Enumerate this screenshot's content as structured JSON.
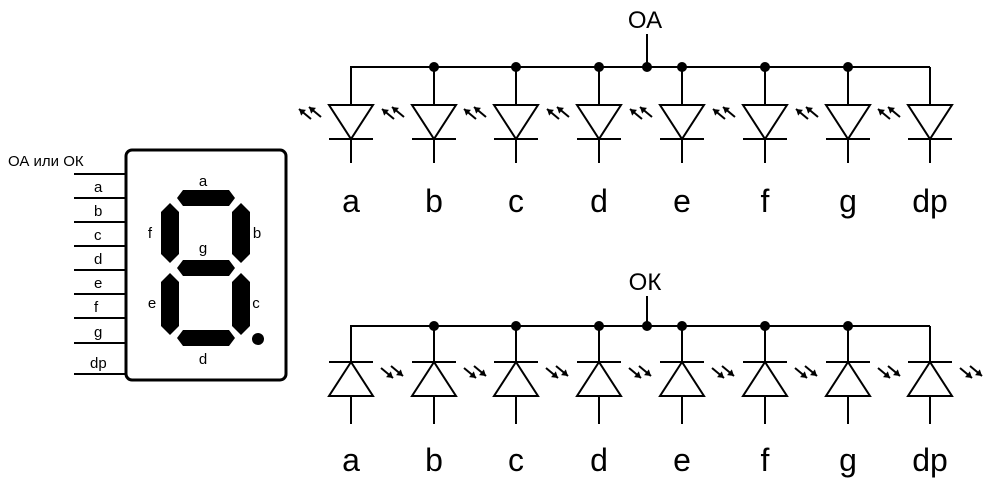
{
  "display": {
    "pin_labels": [
      "ОА или ОК",
      "a",
      "b",
      "c",
      "d",
      "e",
      "f",
      "g",
      "dp"
    ],
    "segment_labels": {
      "a": "a",
      "b": "b",
      "c": "c",
      "d": "d",
      "e": "e",
      "f": "f",
      "g": "g"
    }
  },
  "common_anode": {
    "title": "ОА",
    "leds": [
      "a",
      "b",
      "c",
      "d",
      "e",
      "f",
      "g",
      "dp"
    ]
  },
  "common_cathode": {
    "title": "ОК",
    "leds": [
      "a",
      "b",
      "c",
      "d",
      "e",
      "f",
      "g",
      "dp"
    ]
  }
}
